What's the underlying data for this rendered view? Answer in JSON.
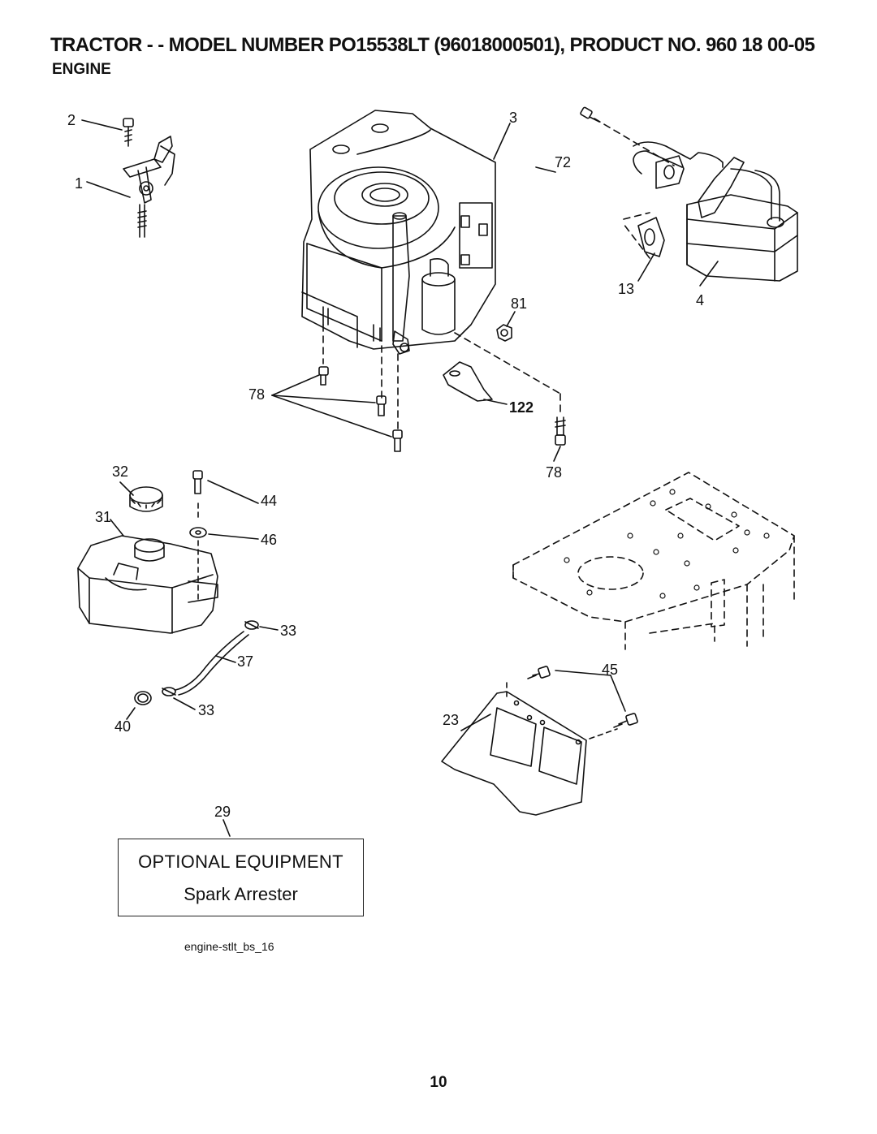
{
  "header": {
    "title": "TRACTOR - - MODEL NUMBER PO15538LT (96018000501), PRODUCT NO. 960 18 00-05",
    "section": "ENGINE"
  },
  "callouts": {
    "c2": "2",
    "c1": "1",
    "c3": "3",
    "c72": "72",
    "c13": "13",
    "c4": "4",
    "c81": "81",
    "c78a": "78",
    "c122": "122",
    "c78b": "78",
    "c32": "32",
    "c44": "44",
    "c31": "31",
    "c46": "46",
    "c33a": "33",
    "c37": "37",
    "c33b": "33",
    "c40": "40",
    "c45": "45",
    "c23": "23",
    "c29": "29"
  },
  "optional_equipment": {
    "heading": "OPTIONAL EQUIPMENT",
    "item": "Spark Arrester"
  },
  "diagram_id": "engine-stlt_bs_16",
  "page_number": "10"
}
